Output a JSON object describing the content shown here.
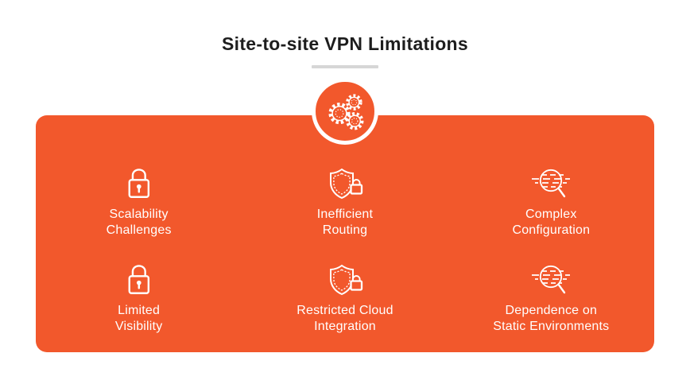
{
  "header": {
    "title": "Site-to-site VPN Limitations"
  },
  "colors": {
    "accent_orange": "#f2582c",
    "underline_gray": "#d6d6d6",
    "title_text": "#1d1d1d",
    "label_text": "#ffffff"
  },
  "badge": {
    "icon": "gears-icon"
  },
  "items": [
    {
      "icon": "padlock-icon",
      "label": "Scalability\nChallenges"
    },
    {
      "icon": "shield-lock-icon",
      "label": "Inefficient\nRouting"
    },
    {
      "icon": "search-lines-icon",
      "label": "Complex\nConfiguration"
    },
    {
      "icon": "padlock-icon",
      "label": "Limited\nVisibility"
    },
    {
      "icon": "shield-lock-icon",
      "label": "Restricted Cloud\nIntegration"
    },
    {
      "icon": "search-lines-icon",
      "label": "Dependence on\nStatic Environments"
    }
  ]
}
